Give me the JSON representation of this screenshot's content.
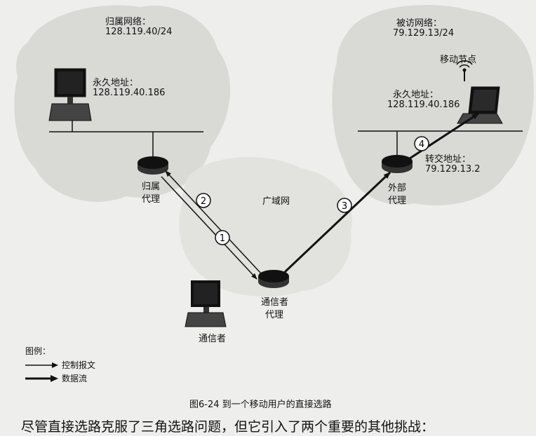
{
  "diagram": {
    "home_network_label": "归属网络：",
    "home_network_addr": "128.119.40/24",
    "visited_network_label": "被访网络：",
    "visited_network_addr": "79.129.13/24",
    "home_permanent_label": "永久地址：",
    "home_permanent_addr": "128.119.40.186",
    "mobile_node_label": "移动节点",
    "mobile_permanent_label": "永久地址：",
    "mobile_permanent_addr": "128.119.40.186",
    "coa_label": "转交地址：",
    "coa_addr": "79.129.13.2",
    "home_agent_line1": "归属",
    "home_agent_line2": "代理",
    "foreign_agent_line1": "外部",
    "foreign_agent_line2": "代理",
    "wan_label": "广域网",
    "correspondent_agent_line1": "通信者",
    "correspondent_agent_line2": "代理",
    "correspondent_label": "通信者",
    "step_1": "1",
    "step_2": "2",
    "step_3": "3",
    "step_4": "4"
  },
  "legend": {
    "title": "图例：",
    "control_message": "控制报文",
    "data_flow": "数据流"
  },
  "caption": "图6-24  到一个移动用户的直接选路",
  "body_text": "尽管直接选路克服了三角选路问题，但它引入了两个重要的其他挑战："
}
